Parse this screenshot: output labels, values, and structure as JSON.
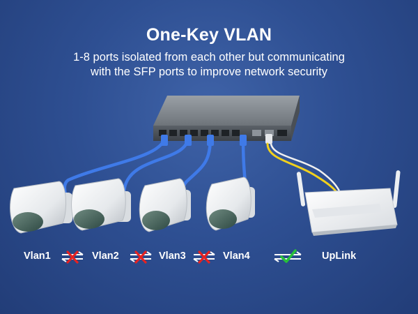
{
  "title": "One-Key VLAN",
  "subtitle_line1": "1-8 ports isolated from each other but communicating",
  "subtitle_line2": "with the SFP ports to improve network security",
  "labels": {
    "vlan1": "Vlan1",
    "vlan2": "Vlan2",
    "vlan3": "Vlan3",
    "vlan4": "Vlan4",
    "uplink": "UpLink"
  },
  "icons": {
    "blocked": "red-x-icon",
    "allowed": "green-check-icon"
  },
  "colors": {
    "background": "#2e4f92",
    "ethernet_cable": "#3f7ae8",
    "fiber_cable": "#f2d11c",
    "blocked": "#e52222",
    "allowed": "#27c13a"
  }
}
